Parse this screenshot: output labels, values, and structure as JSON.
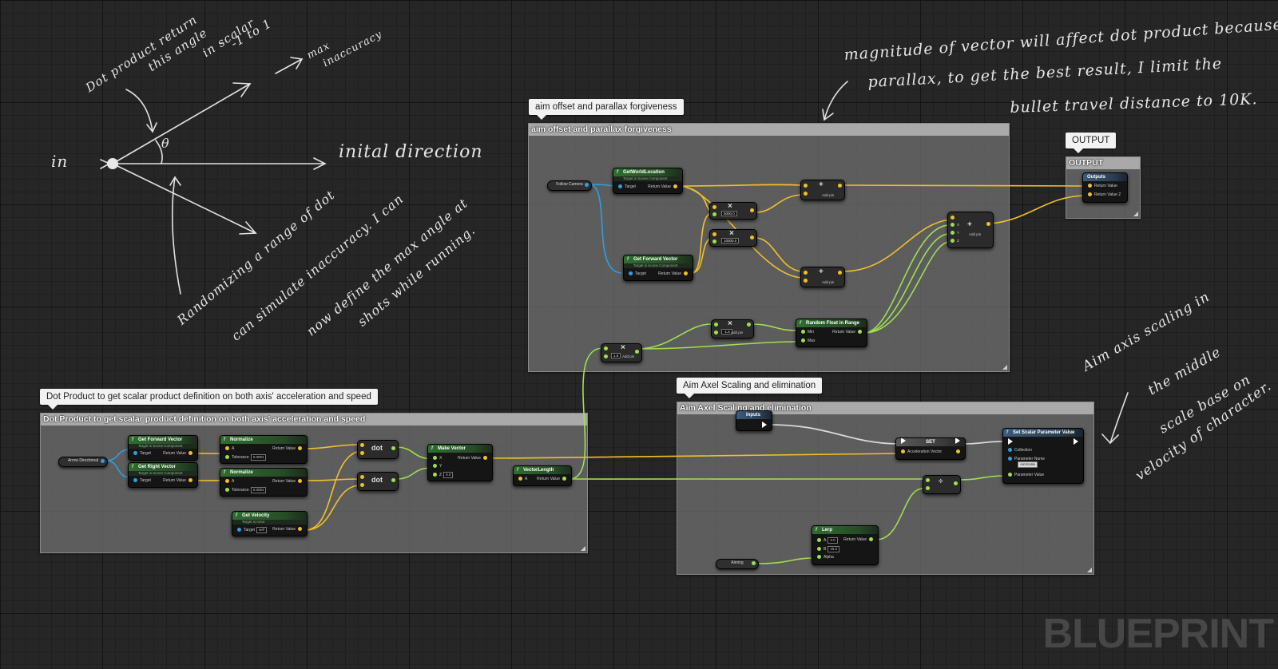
{
  "annotations": {
    "dot_return": "Dot product return",
    "this_angle": "this angle",
    "in_scalar": "in scalar",
    "minus1_to_1": "-1 to 1",
    "max": "max",
    "inaccuracy": "inaccuracy",
    "theta": "θ",
    "in": "in",
    "initial_direction": "inital direction",
    "random_1": "Randomizing a range of dot",
    "random_2": "can simulate inaccuracy. I can",
    "random_3": "now define the max angle at",
    "random_4": "shots while running.",
    "magnitude_1": "magnitude of vector will affect dot product because of",
    "magnitude_2": "parallax, to get the best result, I limit the",
    "magnitude_3": "bullet travel distance to 10K.",
    "aim_1": "Aim axis scaling in",
    "aim_2": "the middle",
    "aim_3": "scale base on",
    "aim_4": "velocity of character."
  },
  "comments": {
    "aim_offset": "aim offset and parallax forgiveness",
    "output": "OUTPUT",
    "dot_product": "Dot Product to get scalar product definition on both axis' acceleration and speed",
    "aim_axel": "Aim Axel Scaling and elimination"
  },
  "nodes": {
    "follow_camera": "Follow Camera",
    "get_world_location": "GetWorldLocation",
    "get_forward_vector_top": "Get Forward Vector",
    "target_scene_component": "Target is Scene Component",
    "target": "Target",
    "return_value": "Return Value",
    "return_value_2": "Return Value 2",
    "add_pin": "Add pin",
    "val_5000": "5000.0",
    "val_10000": "10000.0",
    "x": "X",
    "y": "Y",
    "z": "Z",
    "random_float": "Random Float in Range",
    "min": "Min",
    "max": "Max",
    "val_neg15": "-1.5",
    "val_15": "1.5",
    "outputs": "Outputs",
    "arrow_directional": "Arrow Directional",
    "get_forward_vector": "Get Forward Vector",
    "get_right_vector": "Get Right Vector",
    "normalize": "Normalize",
    "tolerance": "Tolerance",
    "tol_val": "0.0001",
    "a": "A",
    "b": "B",
    "dot": "dot",
    "make_vector": "Make Vector",
    "z_val": "0.0",
    "vector_length": "VectorLength",
    "get_velocity": "Get Velocity",
    "target_actor": "Target is Actor",
    "self": "self",
    "inputs": "Inputs",
    "set": "SET",
    "acceleration_vector": "Acceleration Vector",
    "set_scalar": "Set Scalar Parameter Value",
    "collection": "Collection",
    "parameter_name": "Parameter Name",
    "param_value_name": "AimScale",
    "parameter_value": "Parameter Value",
    "lerp": "Lerp",
    "lerp_a": "3.0",
    "lerp_b": "15.0",
    "alpha": "Alpha",
    "aiming": "Aiming",
    "divide": "÷",
    "multiply": "×",
    "plus": "+"
  },
  "watermark": "BLUEPRINT",
  "colors": {
    "vector_wire": "#f2c029",
    "float_wire": "#9ee050",
    "object_wire": "#2f9fe0",
    "exec_wire": "#d8d8d8"
  }
}
